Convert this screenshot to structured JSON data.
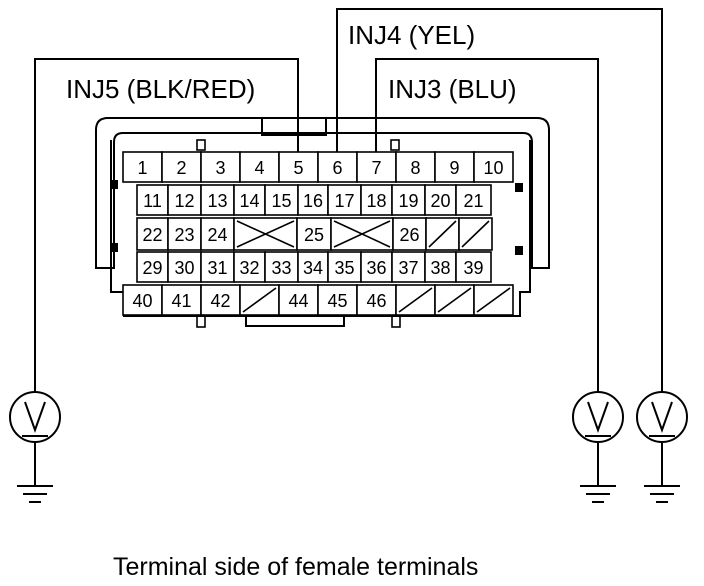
{
  "labels": {
    "inj4": "INJ4 (YEL)",
    "inj5": "INJ5 (BLK/RED)",
    "inj3": "INJ3 (BLU)",
    "caption": "Terminal side of female terminals"
  },
  "connector": {
    "rows": [
      [
        "1",
        "2",
        "3",
        "4",
        "5",
        "6",
        "7",
        "8",
        "9",
        "10"
      ],
      [
        "11",
        "12",
        "13",
        "14",
        "15",
        "16",
        "17",
        "18",
        "19",
        "20",
        "21"
      ],
      [
        "22",
        "23",
        "24",
        "",
        "25",
        "",
        "26",
        "",
        ""
      ],
      [
        "29",
        "30",
        "31",
        "32",
        "33",
        "34",
        "35",
        "36",
        "37",
        "38",
        "39"
      ],
      [
        "40",
        "41",
        "42",
        "",
        "44",
        "45",
        "46",
        "",
        "",
        ""
      ]
    ]
  }
}
